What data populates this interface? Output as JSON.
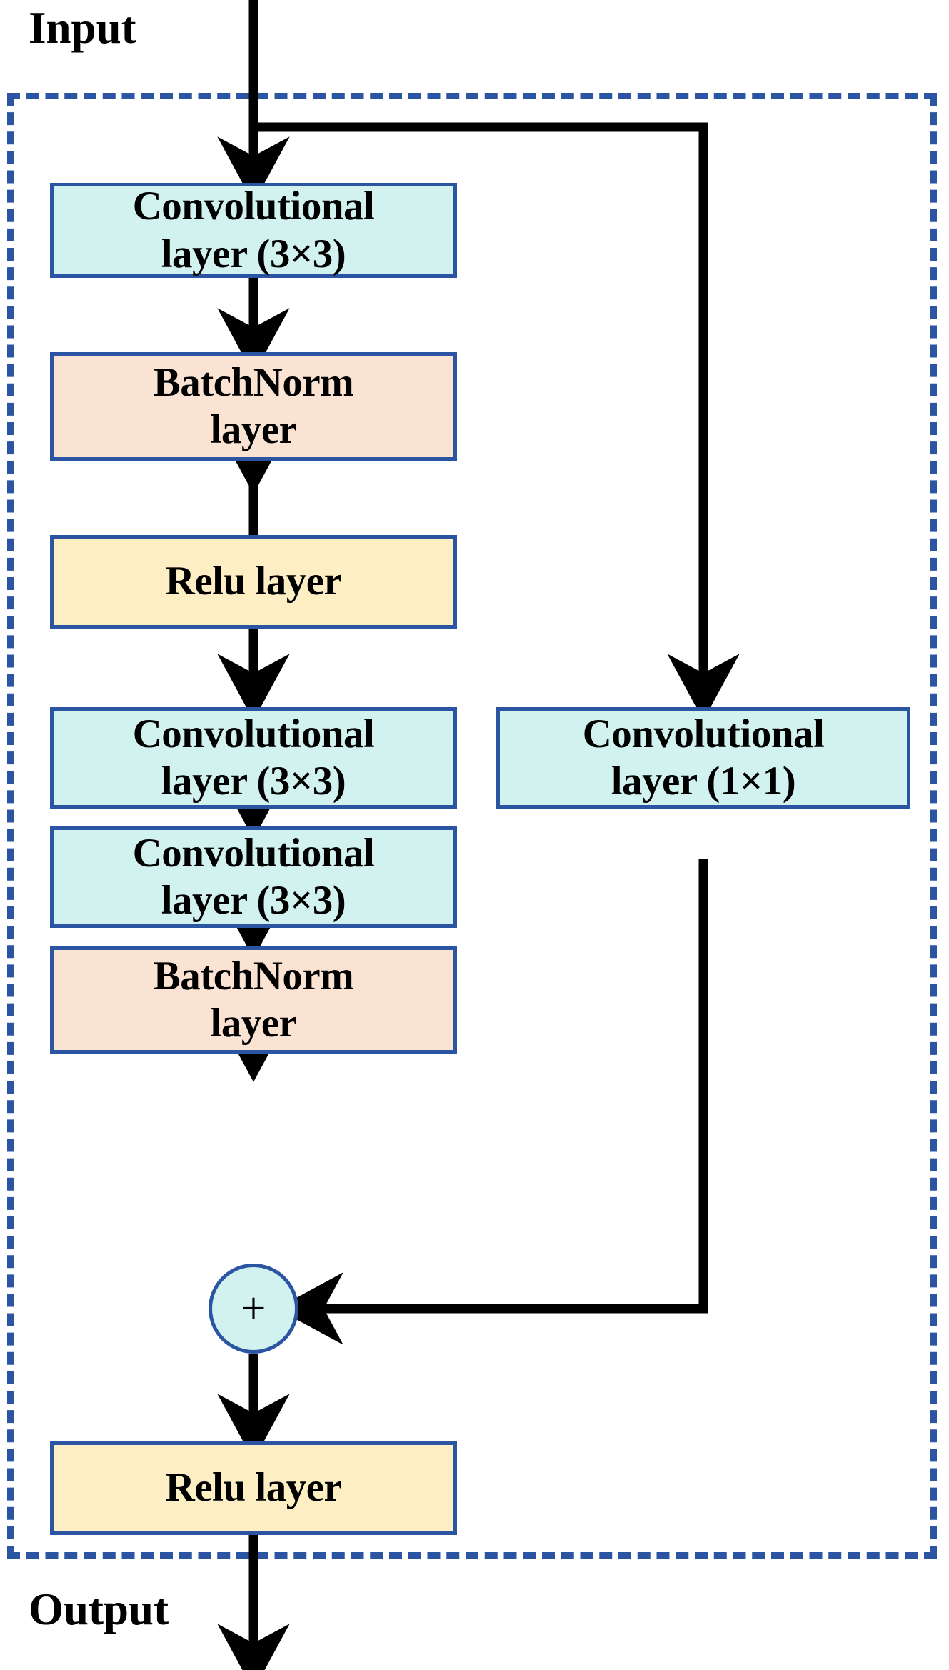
{
  "diagram": {
    "title": "Residual block (ResNet-style) architecture diagram",
    "io_labels": {
      "input": "Input",
      "output": "Output"
    },
    "sum_node": {
      "symbol": "+",
      "name": "element-wise addition"
    },
    "main_path": [
      {
        "id": "conv1",
        "label": "Convolutional\nlayer (3×3)",
        "kind": "conv"
      },
      {
        "id": "bn1",
        "label": "BatchNorm\nlayer",
        "kind": "batchnorm"
      },
      {
        "id": "relu1",
        "label": "Relu layer",
        "kind": "relu"
      },
      {
        "id": "conv2",
        "label": "Convolutional\nlayer (3×3)",
        "kind": "conv"
      },
      {
        "id": "conv3",
        "label": "Convolutional\nlayer (3×3)",
        "kind": "conv"
      },
      {
        "id": "bn2",
        "label": "BatchNorm\nlayer",
        "kind": "batchnorm"
      },
      {
        "id": "relu2",
        "label": "Relu layer",
        "kind": "relu"
      }
    ],
    "shortcut_path": [
      {
        "id": "conv_shortcut",
        "label": "Convolutional\nlayer (1×1)",
        "kind": "conv"
      }
    ],
    "colors": {
      "border_blue": "#2b55a2",
      "conv_fill": "#d2f2f0",
      "batchnorm_fill": "#fbe3d3",
      "relu_fill": "#fdeec4",
      "arrow_black": "#000000",
      "background": "#ffffff"
    }
  }
}
